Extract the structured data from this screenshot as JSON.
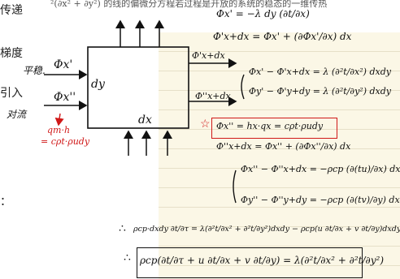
{
  "header": {
    "top_formula_fragment": "²(∂x² + ∂y²) 的线的偏微分方程若过程是开放的系统的稳态的一维传热"
  },
  "left_column": {
    "line1": "传递",
    "line2": "梯度",
    "line3": "引入",
    "line4": "："
  },
  "diagram": {
    "label_left_top": "平稳.",
    "label_left_bottom": "对流",
    "flux_in_top": "Φx'",
    "flux_in_bottom": "Φx''",
    "label_dy": "dy",
    "label_dx": "dx",
    "red_qm": "qm·h",
    "red_eq": "= cρt·ρudy"
  },
  "notes": {
    "eq1": "Φx' = −λ dy (∂t/∂x)",
    "eq2": "Φ'x+dx = Φx' + (∂Φx'/∂x) dx",
    "label_flux_out_top": "Φ'x+dx",
    "label_flux_out_mid": "Φ''x+dx",
    "eq3": "Φx' − Φ'x+dx = λ (∂²t/∂x²) dxdy",
    "eq4": "Φy' − Φ'y+dy = λ (∂²t/∂y²) dxdy",
    "star": "☆",
    "eq5": "Φx'' = hx·qx = cρt·ρudy",
    "eq6": "Φ''x+dx = Φx'' + (∂Φx''/∂x) dx",
    "eq7": "Φx'' − Φ''x+dx = −ρcp (∂(tu)/∂x) dxdy",
    "eq8": "Φy'' − Φ''y+dy = −ρcp (∂(tv)/∂y) dxdy",
    "therefore": "∴",
    "eq9": "ρcp·dxdy ∂t/∂τ = λ(∂²t/∂x² + ∂²t/∂y²)dxdy − ρcp(u ∂t/∂x + v ∂t/∂y)dxdy",
    "eq10": "ρcp(∂t/∂τ + u ∂t/∂x + v ∂t/∂y) = λ(∂²t/∂x² + ∂²t/∂y²)"
  }
}
